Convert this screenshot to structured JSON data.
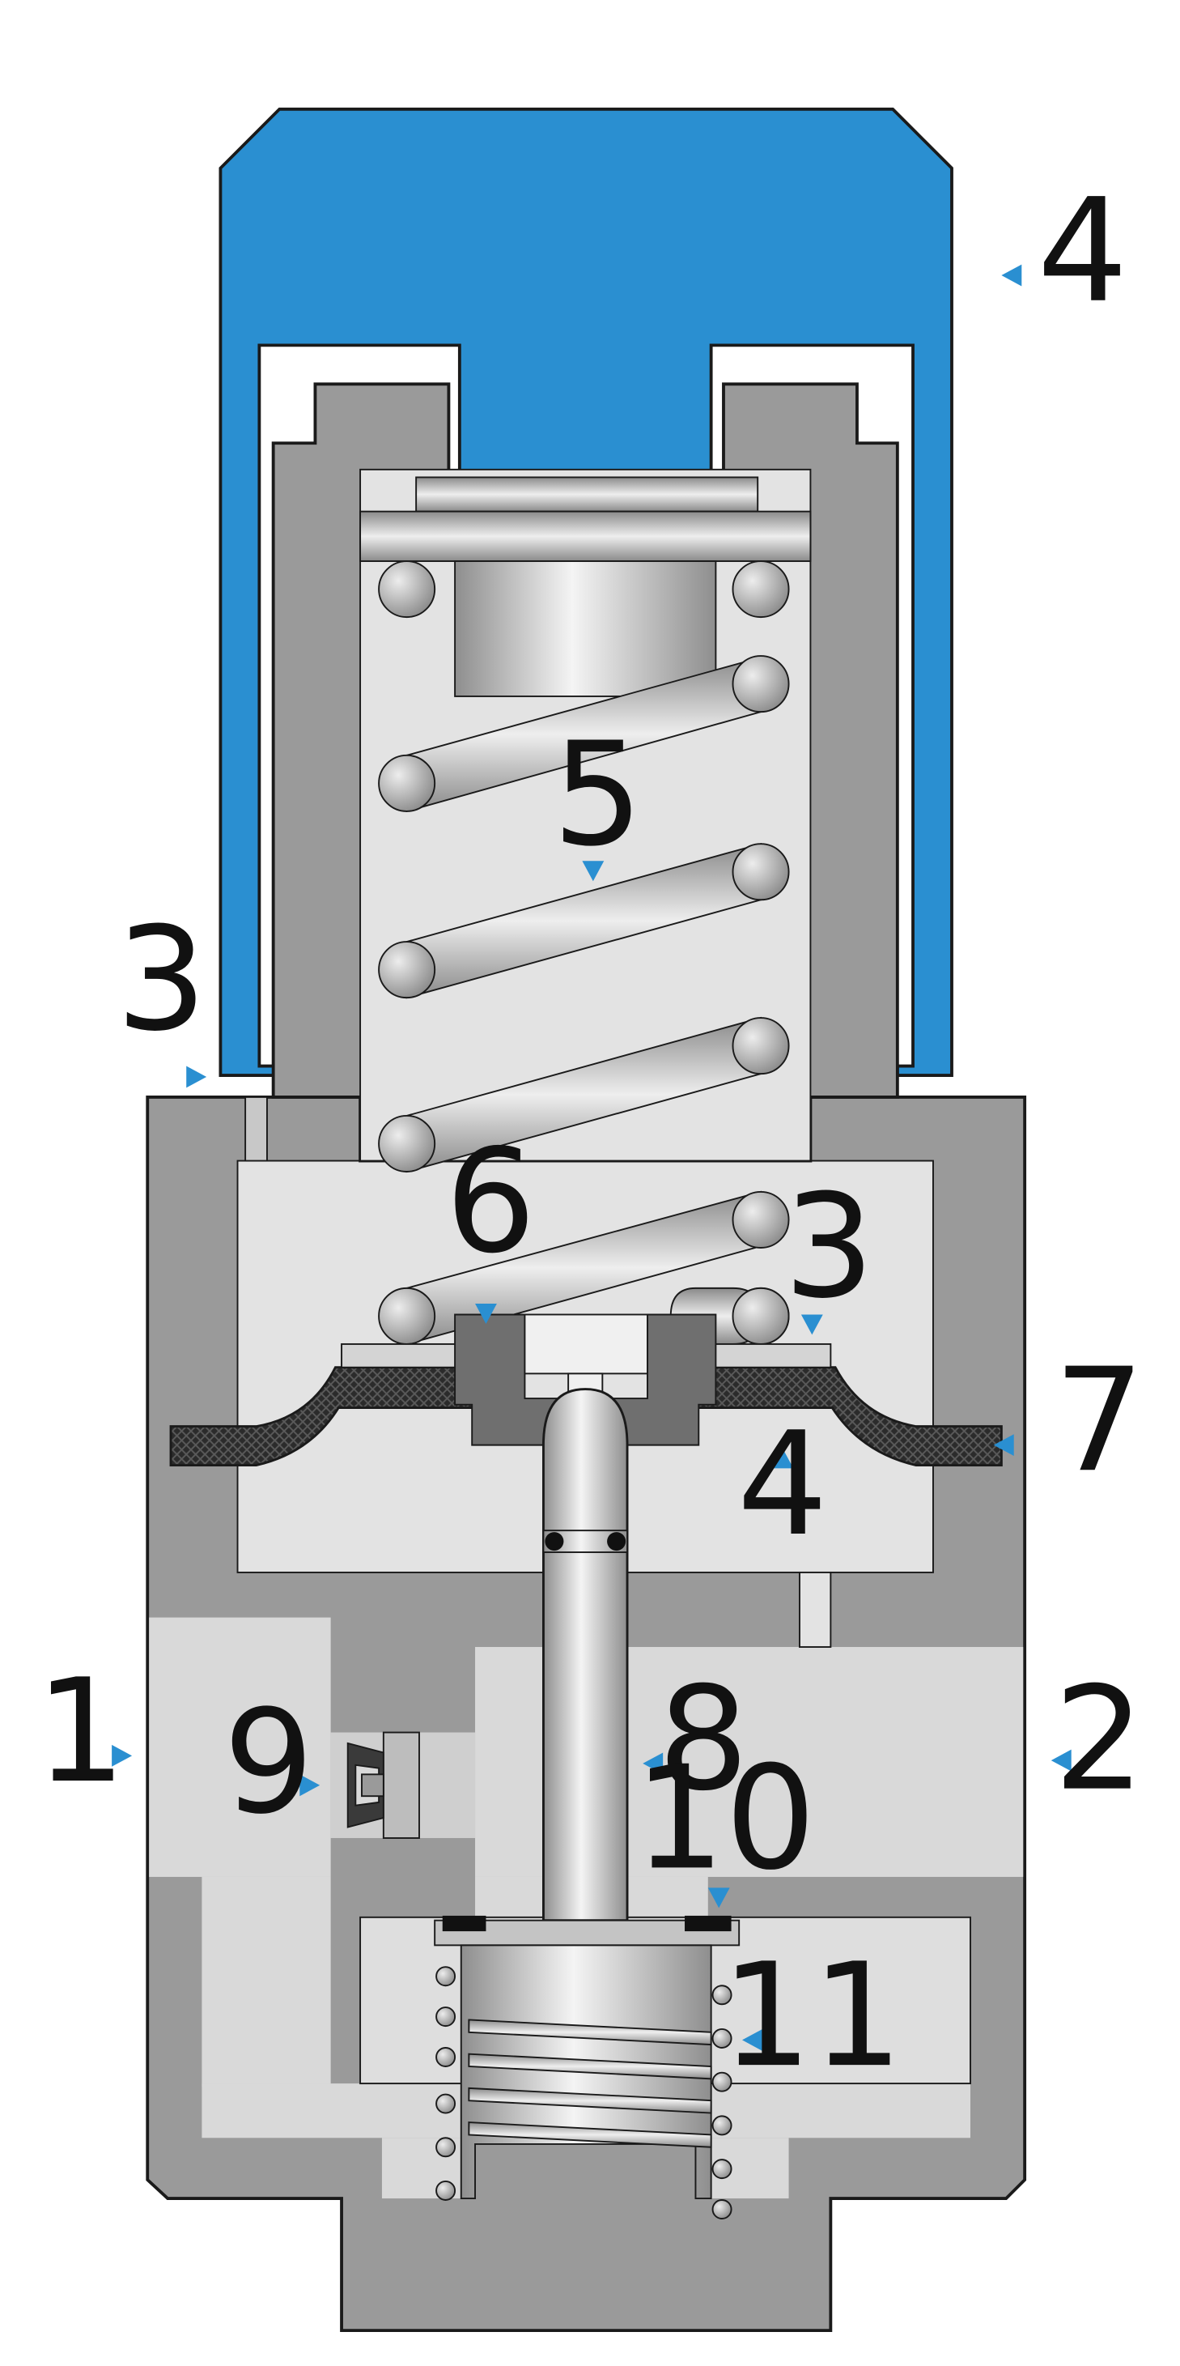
{
  "diagram": {
    "labels": {
      "port_1": "1",
      "port_2": "2",
      "cap_gap": "3",
      "plate_gap": "3",
      "cap": "4",
      "chamber": "4",
      "main_spring": "5",
      "plate": "6",
      "diaphragm": "7",
      "stem": "8",
      "filter": "9",
      "seal": "10",
      "return_spring": "11"
    },
    "colors": {
      "cap_blue": "#2a8fd1",
      "arrow_blue": "#2a8fd1",
      "body_dark": "#9a9a9a",
      "body_light": "#e3e3e3",
      "body_mid": "#c9c9c9",
      "outline": "#1a1a1a",
      "diaphragm": "#262626",
      "seal": "#111111"
    }
  }
}
